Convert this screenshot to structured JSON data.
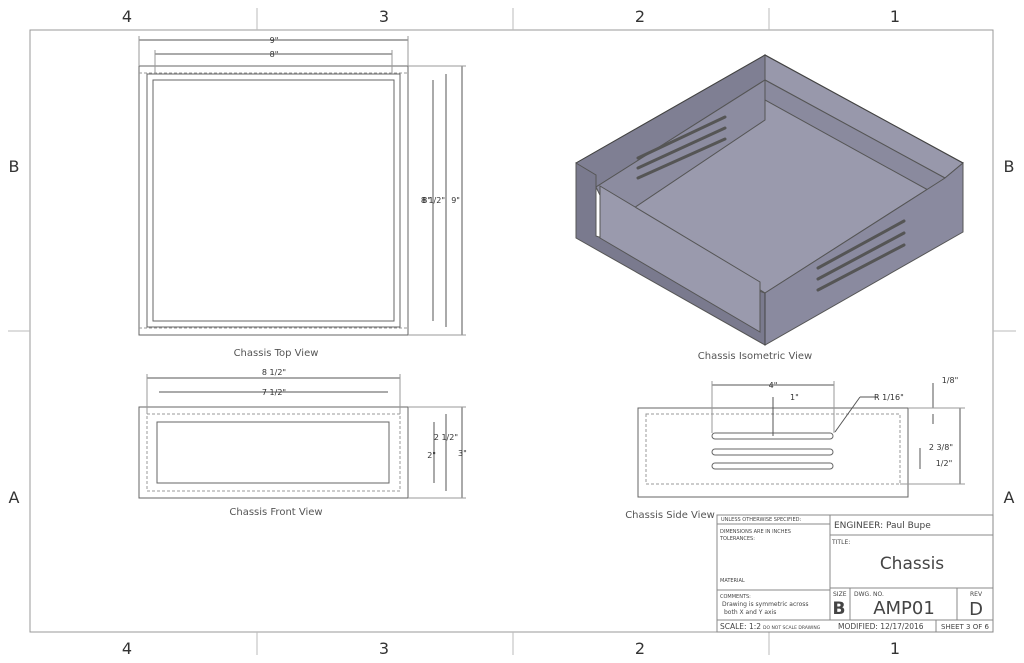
{
  "zones": {
    "columns_top": [
      "4",
      "3",
      "2",
      "1"
    ],
    "columns_bottom": [
      "4",
      "3",
      "2",
      "1"
    ],
    "rows_left": [
      "B",
      "A"
    ],
    "rows_right": [
      "B",
      "A"
    ]
  },
  "views": {
    "top": {
      "caption": "Chassis Top View",
      "dims": [
        "9\"",
        "8\"",
        "8\"",
        "8 1/2\"",
        "9\""
      ]
    },
    "front": {
      "caption": "Chassis Front View",
      "dims": [
        "8 1/2\"",
        "7 1/2\"",
        "2 1/2\"",
        "2\"",
        "3\""
      ]
    },
    "isometric": {
      "caption": "Chassis Isometric View"
    },
    "side": {
      "caption": "Chassis Side View",
      "dims": [
        "4\"",
        "1\"",
        "R 1/16\"",
        "1/8\"",
        "2 3/8\"",
        "1/2\""
      ]
    }
  },
  "title_block": {
    "unless": "UNLESS OTHERWISE SPECIFIED:",
    "dims_in": "DIMENSIONS ARE IN INCHES",
    "tolerances": "TOLERANCES:",
    "material": "MATERIAL",
    "comments_label": "COMMENTS:",
    "comments_line1": "Drawing is symmetric across",
    "comments_line2": "both X and Y axis",
    "engineer": "ENGINEER: Paul Bupe",
    "title_label": "TITLE:",
    "title": "Chassis",
    "size_label": "SIZE",
    "size": "B",
    "dwg_label": "DWG.  NO.",
    "dwg_no": "AMP01",
    "rev_label": "REV",
    "rev": "D",
    "scale": "SCALE: 1:2",
    "no_scale": "DO NOT SCALE DRAWING",
    "modified": "MODIFIED: 12/17/2016",
    "sheet": "SHEET 3 OF 6"
  }
}
